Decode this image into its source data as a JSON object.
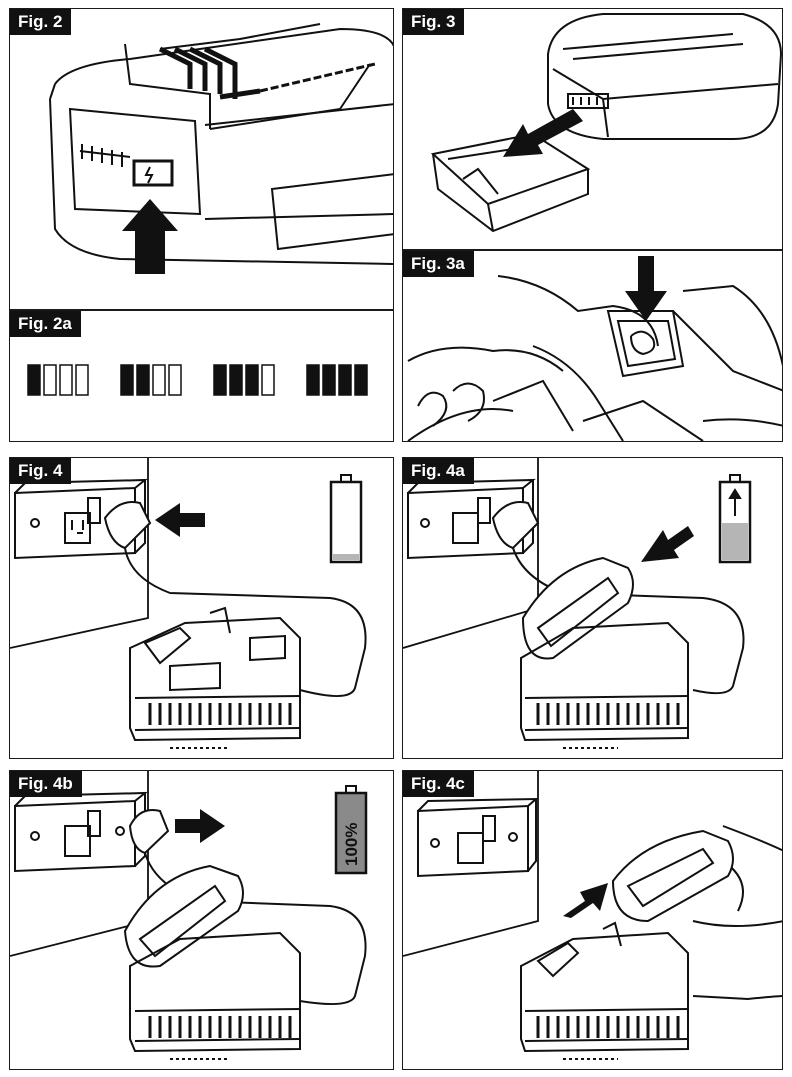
{
  "figures": {
    "fig2": {
      "label": "Fig. 2"
    },
    "fig2a": {
      "label": "Fig. 2a"
    },
    "fig3": {
      "label": "Fig. 3"
    },
    "fig3a": {
      "label": "Fig. 3a"
    },
    "fig4": {
      "label": "Fig. 4"
    },
    "fig4a": {
      "label": "Fig. 4a"
    },
    "fig4b": {
      "label": "Fig. 4b",
      "battery_text": "100%"
    },
    "fig4c": {
      "label": "Fig. 4c"
    }
  },
  "charge_levels": [
    1,
    2,
    3,
    4
  ],
  "icons": {
    "arrow": "arrow-icon",
    "battery": "battery-icon",
    "plug": "plug-icon",
    "socket": "socket-icon",
    "charger": "charger-icon"
  },
  "colors": {
    "ink": "#111111",
    "battery_fill": "#b5b5b5",
    "battery_full": "#8a8a8a"
  }
}
